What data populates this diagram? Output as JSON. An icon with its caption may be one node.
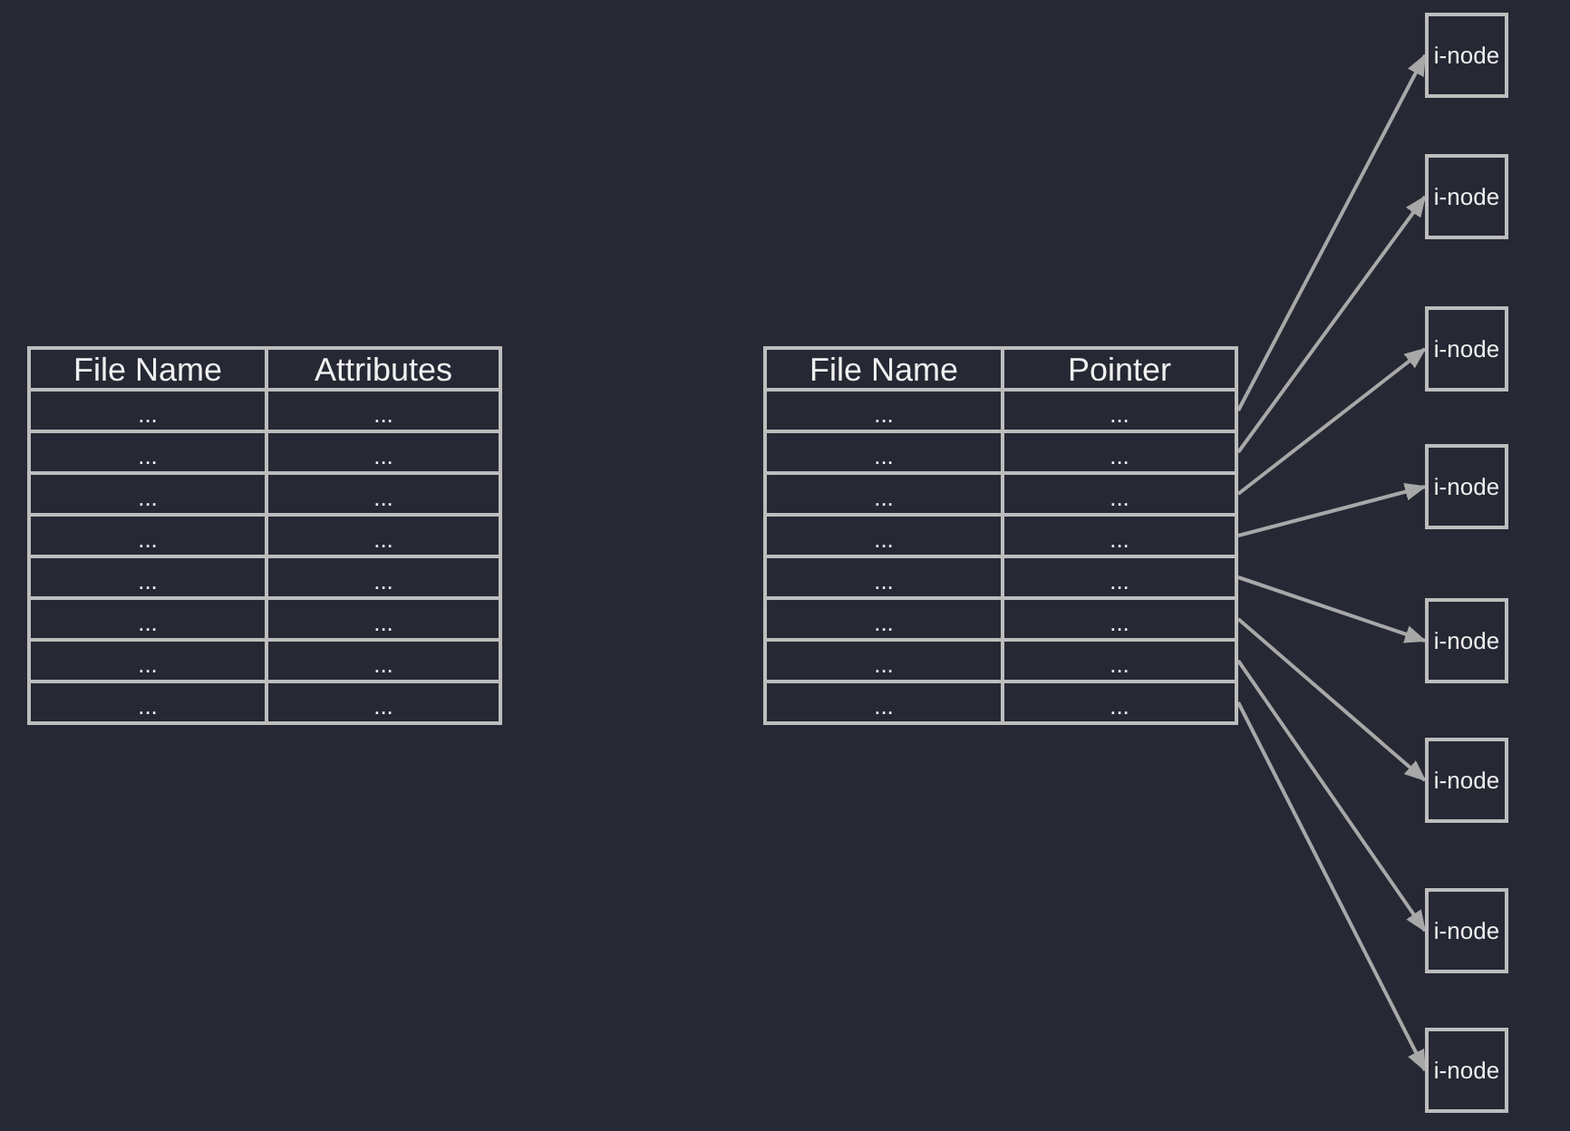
{
  "diagram": {
    "nodes": [
      {
        "text": [
          "File Name"
        ]
      },
      {
        "text": [
          "Attributes"
        ]
      },
      {
        "text": [
          "..."
        ]
      },
      {
        "text": [
          "..."
        ]
      },
      {
        "text": [
          "..."
        ]
      },
      {
        "text": [
          "..."
        ]
      },
      {
        "text": [
          "..."
        ]
      },
      {
        "text": [
          "..."
        ]
      },
      {
        "text": [
          "..."
        ]
      },
      {
        "text": [
          "..."
        ]
      },
      {
        "text": [
          "..."
        ]
      },
      {
        "text": [
          "..."
        ]
      },
      {
        "text": [
          "..."
        ]
      },
      {
        "text": [
          "..."
        ]
      },
      {
        "text": [
          "..."
        ]
      },
      {
        "text": [
          "..."
        ]
      },
      {
        "text": [
          "..."
        ]
      },
      {
        "text": [
          "..."
        ]
      },
      {
        "text": [
          "File Name"
        ]
      },
      {
        "text": [
          "Pointer"
        ]
      },
      {
        "text": [
          "..."
        ]
      },
      {
        "text": [
          "..."
        ]
      },
      {
        "text": [
          "..."
        ]
      },
      {
        "text": [
          "..."
        ]
      },
      {
        "text": [
          "..."
        ]
      },
      {
        "text": [
          "..."
        ]
      },
      {
        "text": [
          "..."
        ]
      },
      {
        "text": [
          "..."
        ]
      },
      {
        "text": [
          "..."
        ]
      },
      {
        "text": [
          "..."
        ]
      },
      {
        "text": [
          "..."
        ]
      },
      {
        "text": [
          "..."
        ]
      },
      {
        "text": [
          "..."
        ]
      },
      {
        "text": [
          "..."
        ]
      },
      {
        "text": [
          "..."
        ]
      },
      {
        "text": [
          "..."
        ]
      },
      {
        "text": [
          "i-node"
        ]
      },
      {
        "text": [
          "i-node"
        ]
      },
      {
        "text": [
          "i-node"
        ]
      },
      {
        "text": [
          "i-node"
        ]
      },
      {
        "text": [
          "i-node"
        ]
      },
      {
        "text": [
          "i-node"
        ]
      },
      {
        "text": [
          "i-node"
        ]
      },
      {
        "text": [
          "i-node"
        ]
      }
    ],
    "edges": [
      {
        "from": 21,
        "to": 36,
        "arrow": "to"
      },
      {
        "from": 23,
        "to": 37,
        "arrow": "to"
      },
      {
        "from": 25,
        "to": 38,
        "arrow": "to"
      },
      {
        "from": 27,
        "to": 39,
        "arrow": "to"
      },
      {
        "from": 29,
        "to": 40,
        "arrow": "to"
      },
      {
        "from": 31,
        "to": 41,
        "arrow": "to"
      },
      {
        "from": 33,
        "to": 42,
        "arrow": "to"
      },
      {
        "from": 35,
        "to": 43,
        "arrow": "to"
      }
    ]
  }
}
